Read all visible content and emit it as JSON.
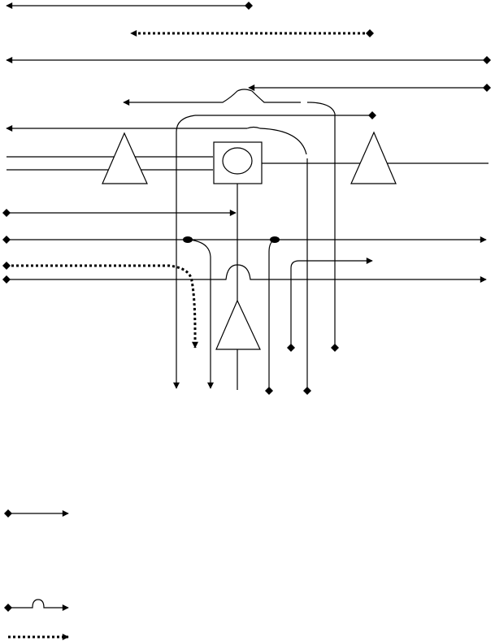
{
  "diagram": {
    "stroke_color": "#000000",
    "background_color": "#ffffff",
    "symbols": {
      "source_marker": "diamond",
      "arrow_head": "filled-triangle",
      "junction_marker": "filled-ellipse",
      "signal_line": "solid",
      "alt_signal_line": "dotted"
    },
    "legend": {
      "entries": [
        {
          "style": "solid-arrow",
          "label": ""
        },
        {
          "style": "crossover-arrow",
          "label": ""
        },
        {
          "style": "dotted-arrow",
          "label": ""
        }
      ]
    }
  }
}
